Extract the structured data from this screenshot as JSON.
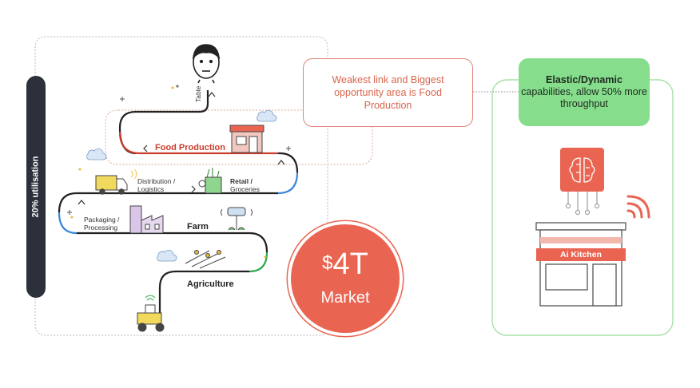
{
  "utilisation_label": "20% utilisation",
  "callout_text": "Weakest link and Biggest opportunity area is Food Production",
  "elastic": {
    "title": "Elastic/Dynamic",
    "text": "capabilities, allow 50% more throughput"
  },
  "market": {
    "currency": "$",
    "value": "4T",
    "label": "Market"
  },
  "chain": {
    "table": "Table",
    "food_production": "Food Production",
    "distribution_line1": "Distribution /",
    "distribution_line2": "Logistics",
    "retail_line1": "Retail /",
    "retail_line2": "Groceries",
    "packaging_line1": "Packaging /",
    "packaging_line2": "Processing",
    "farm": "Farm",
    "agriculture": "Agriculture"
  },
  "kitchen_sign": "Ai Kitchen",
  "colors": {
    "dark": "#2c303a",
    "red": "#e96552",
    "green": "#86dd8c",
    "blue": "#3a86d6",
    "outline_green": "#a8e0a8"
  }
}
